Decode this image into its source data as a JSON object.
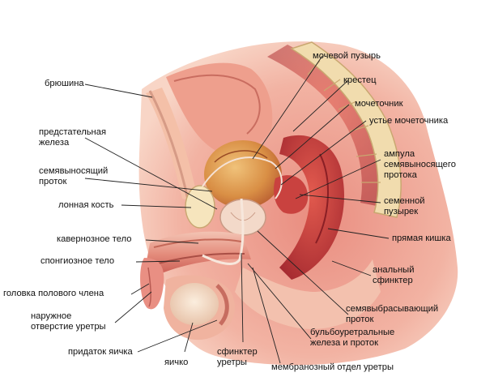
{
  "labels": {
    "bryushina": "брюшина",
    "predstatelnaya": "предстательная\nжелеза",
    "semyavynosyashchiy": "семявыносящий\nпроток",
    "lonnaya": "лонная кость",
    "kavernoznoe": "кавернозное тело",
    "spongioznoe": "спонгиозное тело",
    "golovka": "головка полового члена",
    "naruzhnoe": "наружное\nотверстие уретры",
    "pridatok": "придаток яичка",
    "yaichko": "яичко",
    "sfinkter_uretry": "сфинктер\nуретры",
    "membranozny": "мембранозный отдел уретры",
    "mochevoy": "мочевой пузырь",
    "kresttsets": "крестец",
    "mochetochnik": "мочеточник",
    "ustye": "устье мочеточника",
    "ampula": "ампула\nсемявыносящего\nпротока",
    "semennoy": "семенной\nпузырек",
    "pryamaya": "прямая кишка",
    "analny": "анальный\nсфинктер",
    "semyavybrasyvayushchiy": "семявыбрасывающий\nпроток",
    "bulbouretralnye": "бульбоуретральные\nжелеза и проток"
  },
  "colors": {
    "tissue_light": "#f6c9b8",
    "tissue_mid": "#e8877a",
    "tissue_dark": "#b8323a",
    "bone": "#f0e0b0",
    "bladder": "#d9a050",
    "line": "#222222"
  }
}
